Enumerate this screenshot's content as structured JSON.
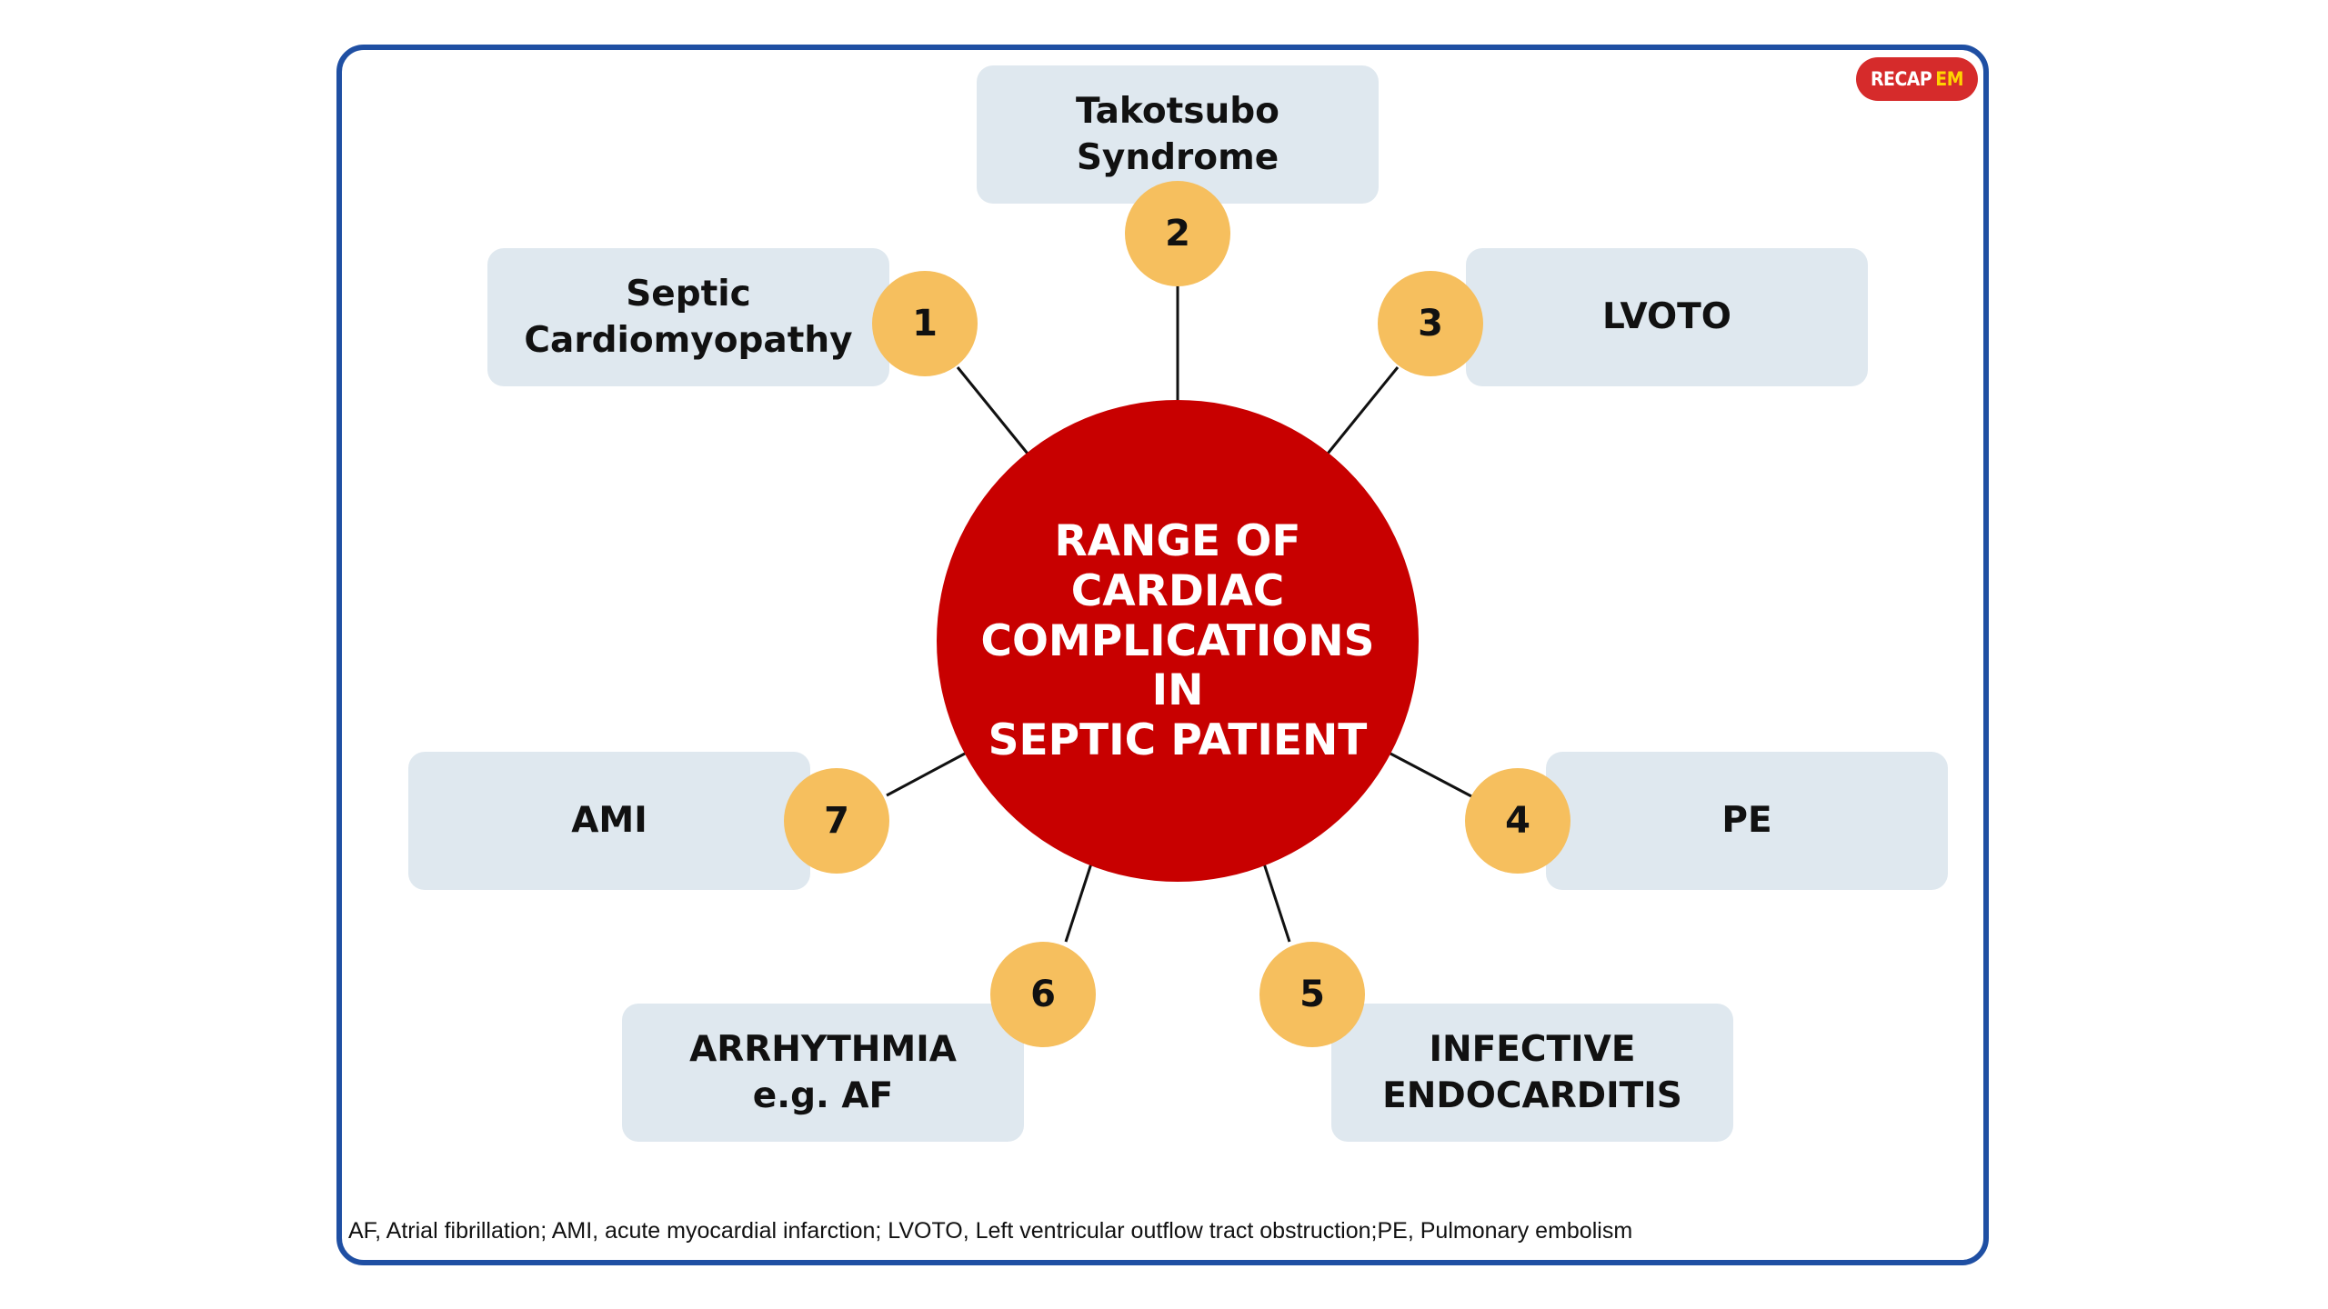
{
  "center_text": "RANGE OF\nCARDIAC\nCOMPLICATIONS\nIN\nSEPTIC PATIENT",
  "logo": {
    "text_main": "RECAP",
    "text_accent": "EM"
  },
  "items": [
    {
      "number": "1",
      "label": "Septic\nCardiomyopathy"
    },
    {
      "number": "2",
      "label": "Takotsubo Syndrome"
    },
    {
      "number": "3",
      "label": "LVOTO"
    },
    {
      "number": "4",
      "label": "PE"
    },
    {
      "number": "5",
      "label": "INFECTIVE\nENDOCARDITIS"
    },
    {
      "number": "6",
      "label": "ARRHYTHMIA\ne.g. AF"
    },
    {
      "number": "7",
      "label": "AMI"
    }
  ],
  "footnote": "AF, Atrial fibrillation; AMI, acute myocardial infarction; LVOTO, Left ventricular outflow tract obstruction;PE, Pulmonary embolism",
  "colors": {
    "center": "#c80000",
    "number_circle": "#f6bf5e",
    "box": "#dfe8ef",
    "frame": "#1f4fa3",
    "logo": "#d62b2b",
    "logo_accent": "#ffd400"
  }
}
